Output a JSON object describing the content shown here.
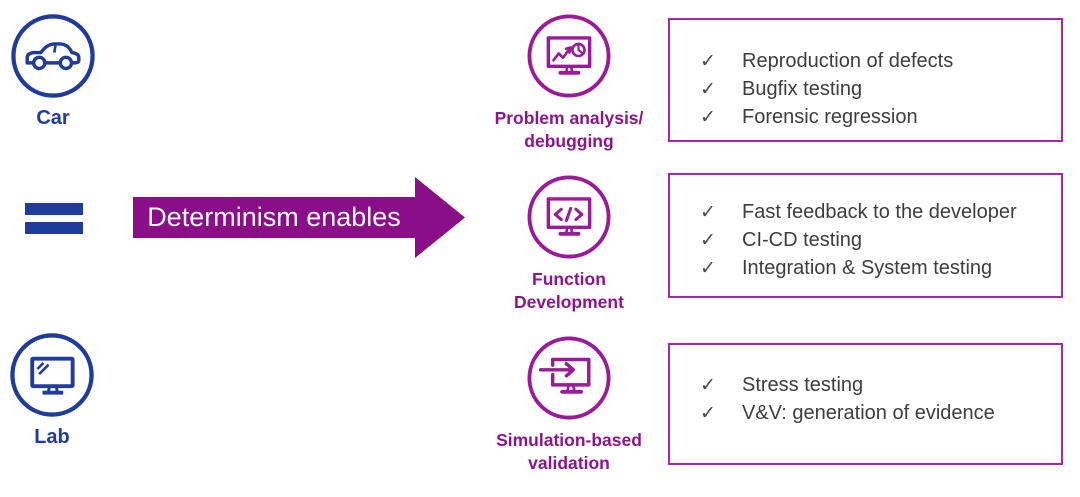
{
  "colors": {
    "blue": "#1f3c9b",
    "arrow_purple": "#8b0e89",
    "icon_purple": "#9a1b9a",
    "label_purple": "#8d148d",
    "box_border": "#a826a8",
    "list_text": "#3d3d3d",
    "arrow_text": "#fcf8fc"
  },
  "glyphs": {
    "check": "✓"
  },
  "left": {
    "car_label": "Car",
    "lab_label": "Lab"
  },
  "arrow": {
    "label": "Determinism enables"
  },
  "stages": [
    {
      "label_line1": "Problem analysis/",
      "label_line2": "debugging"
    },
    {
      "label_line1": "Function",
      "label_line2": "Development"
    },
    {
      "label_line1": "Simulation-based",
      "label_line2": "validation"
    }
  ],
  "boxes": [
    {
      "items": [
        "Reproduction of defects",
        "Bugfix testing",
        "Forensic regression"
      ]
    },
    {
      "items": [
        "Fast feedback to the developer",
        "CI-CD testing",
        "Integration & System testing"
      ]
    },
    {
      "items": [
        "Stress testing",
        "V&V: generation of evidence"
      ]
    }
  ]
}
